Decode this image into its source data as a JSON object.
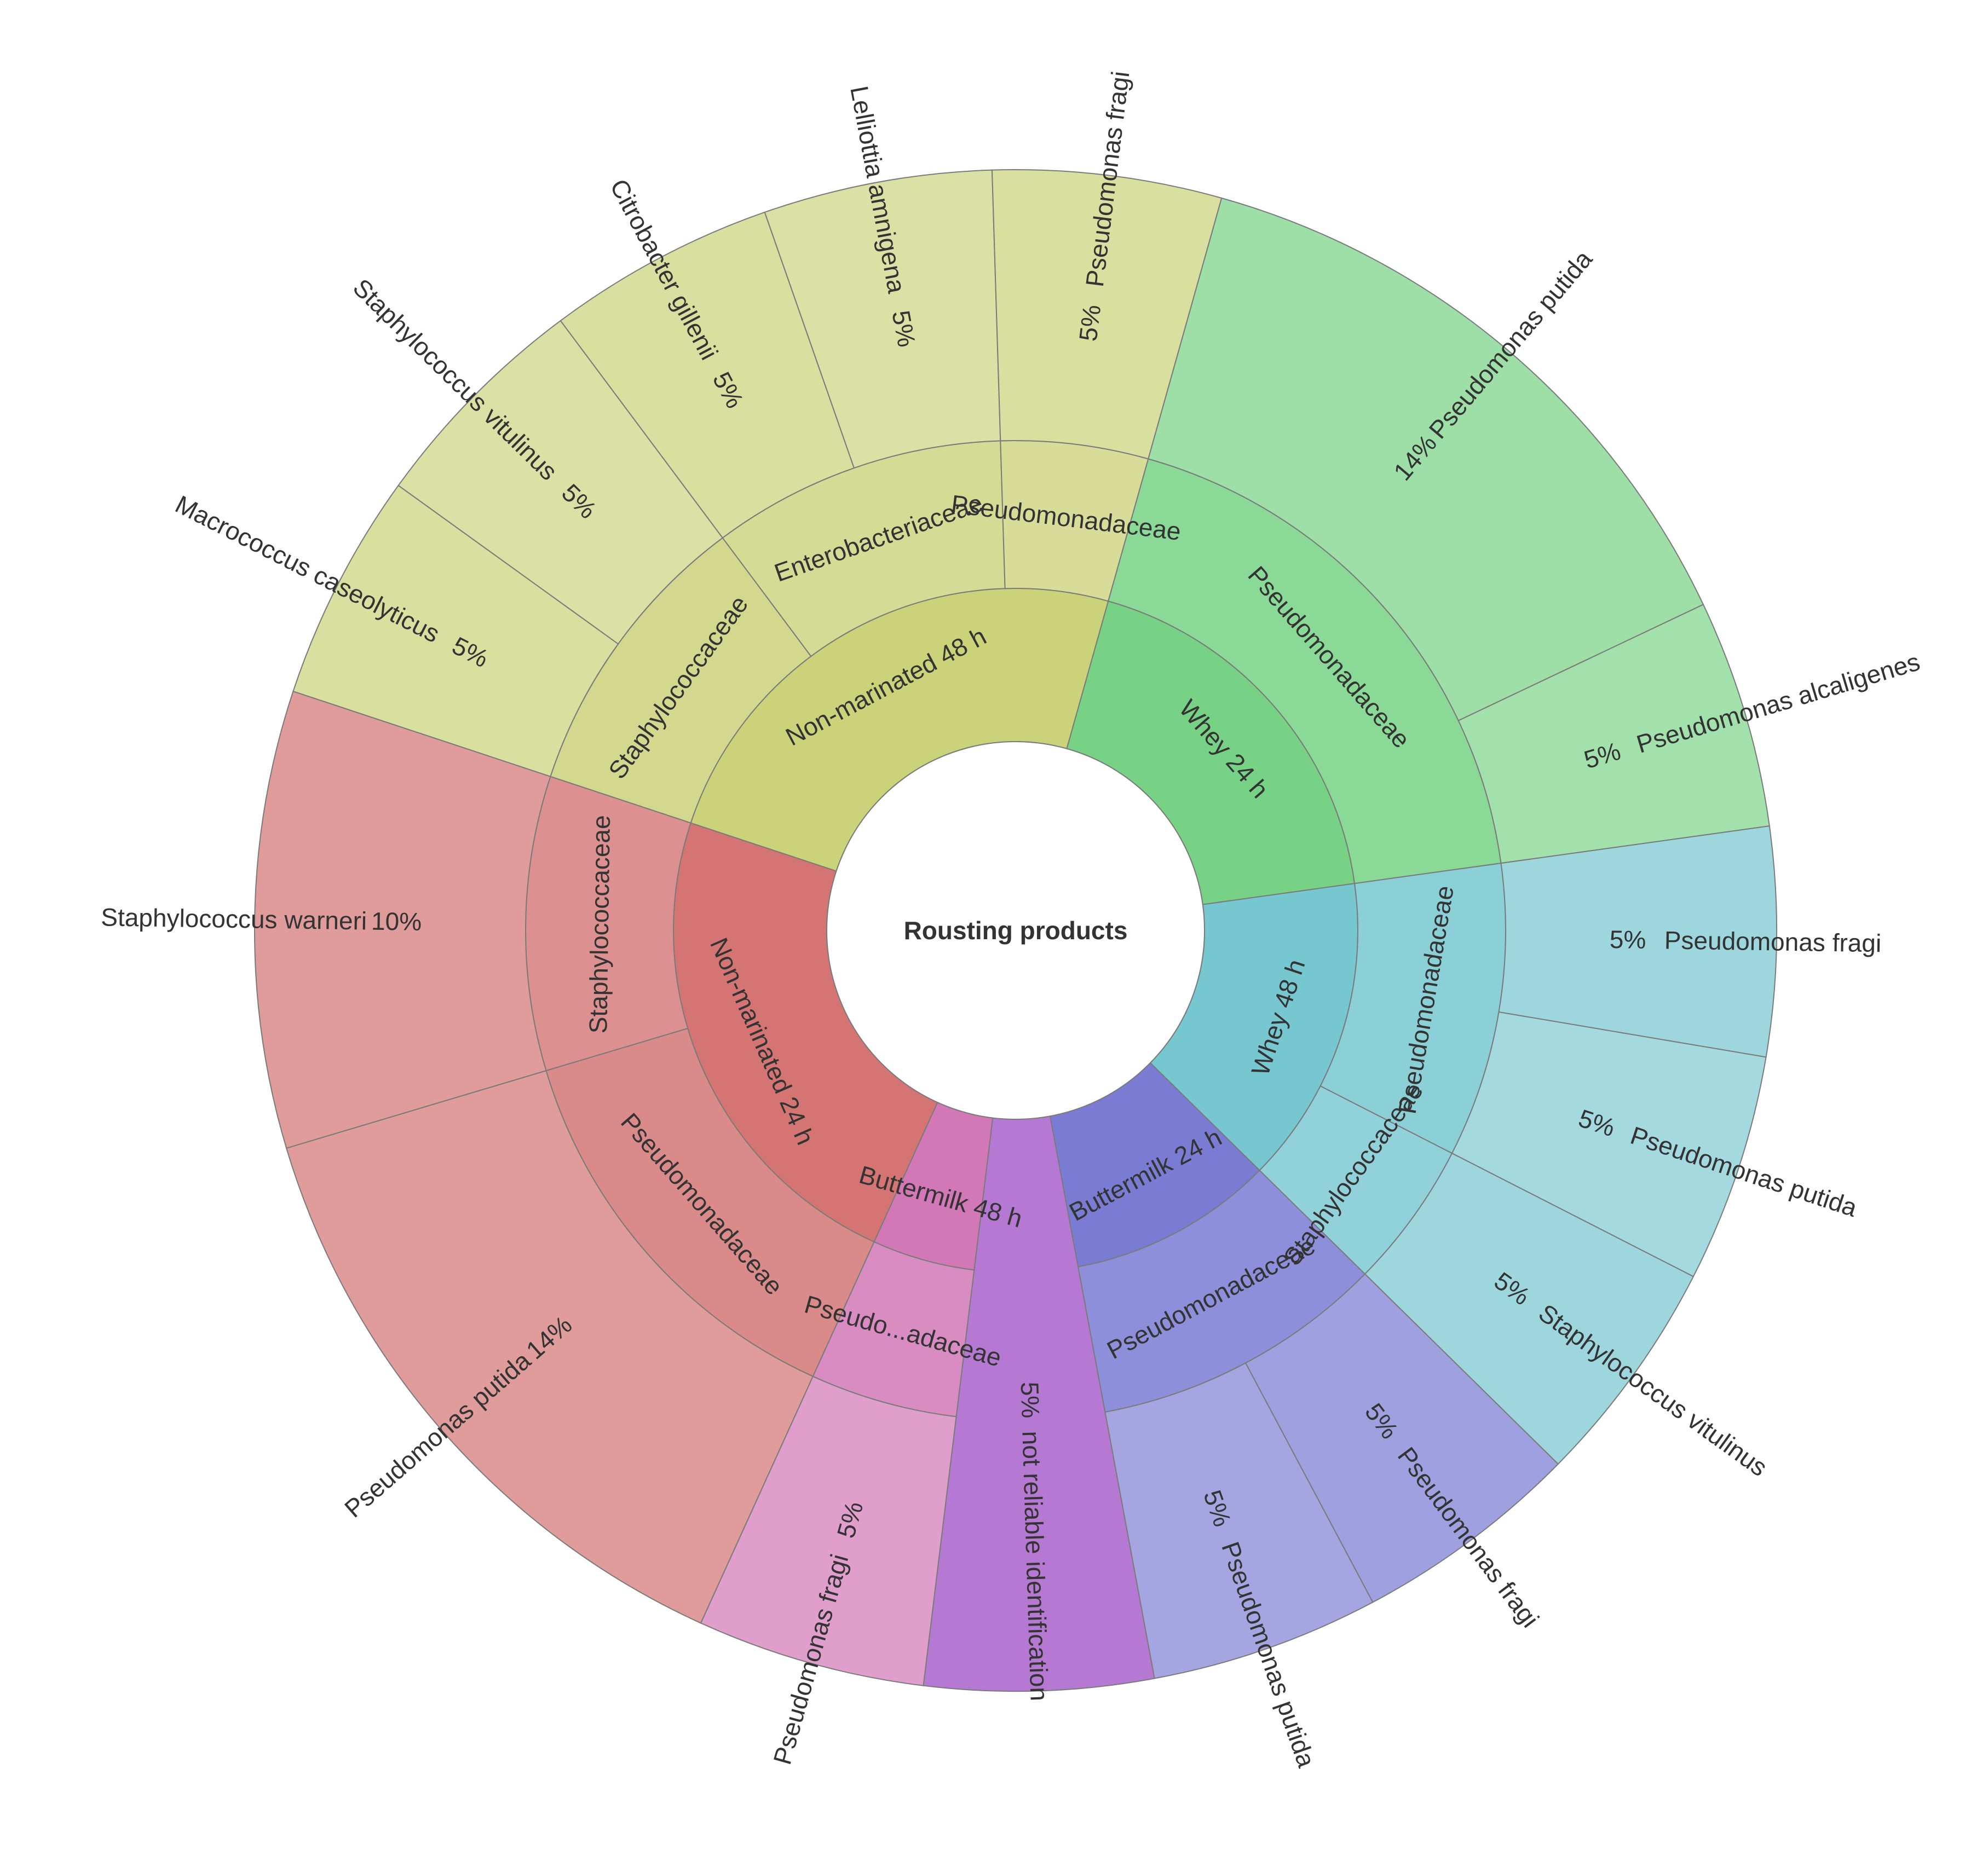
{
  "chart_data": {
    "type": "sunburst",
    "center_label": "Rousting products",
    "colors": {
      "whey24": "#77d285",
      "whey48": "#77c7d0",
      "butter24": "#7a7bd3",
      "butter48": "#d278b7",
      "nr": "#b679d3",
      "non24": "#d47574",
      "non48": "#cad27a"
    },
    "groups": [
      {
        "name": "Whey 24 h",
        "color_key": "whey24",
        "families": [
          {
            "name": "Pseudomonadaceae",
            "species": [
              {
                "name": "Pseudomonas putida",
                "value": 14
              },
              {
                "name": "Pseudomonas alcaligenes",
                "value": 5
              }
            ]
          }
        ]
      },
      {
        "name": "Whey 48 h",
        "color_key": "whey48",
        "families": [
          {
            "name": "Pseudomonadaceae",
            "species": [
              {
                "name": "Pseudomonas fragi",
                "value": 5
              },
              {
                "name": "Pseudomonas putida",
                "value": 5
              }
            ]
          },
          {
            "name": "Staphylococcaceae",
            "species": [
              {
                "name": "Staphylococcus vitulinus",
                "value": 5
              }
            ]
          }
        ]
      },
      {
        "name": "Buttermilk 24 h",
        "color_key": "butter24",
        "families": [
          {
            "name": "Pseudomonadaceae",
            "species": [
              {
                "name": "Pseudomonas fragi",
                "value": 5
              },
              {
                "name": "Pseudomonas putida",
                "value": 5
              }
            ]
          }
        ]
      },
      {
        "name": "not reliable identification",
        "color_key": "nr",
        "families": [
          {
            "name": "",
            "species": [
              {
                "name": "not reliable identification",
                "value": 5
              }
            ]
          }
        ]
      },
      {
        "name": "Buttermilk 48 h",
        "color_key": "butter48",
        "families": [
          {
            "name": "Pseudo...adaceae",
            "species": [
              {
                "name": "Pseudomonas fragi",
                "value": 5
              }
            ]
          }
        ]
      },
      {
        "name": "Non-marinated 24 h",
        "color_key": "non24",
        "families": [
          {
            "name": "Pseudomonadaceae",
            "species": [
              {
                "name": "Pseudomonas putida",
                "value": 14
              }
            ]
          },
          {
            "name": "Staphylococcaceae",
            "species": [
              {
                "name": "Staphylococcus warneri",
                "value": 10
              }
            ]
          }
        ]
      },
      {
        "name": "Non-marinated 48 h",
        "color_key": "non48",
        "families": [
          {
            "name": "Staphylococcaceae",
            "species": [
              {
                "name": "Macrococcus caseolyticus",
                "value": 5
              },
              {
                "name": "Staphylococcus vitulinus",
                "value": 5
              }
            ]
          },
          {
            "name": "Enterobacteriaceae",
            "species": [
              {
                "name": "Citrobacter gillenii",
                "value": 5
              },
              {
                "name": "Lelliottia amnigena",
                "value": 5
              }
            ]
          },
          {
            "name": "Pseudomonadaceae",
            "species": [
              {
                "name": "Pseudomonas fragi",
                "value": 5
              }
            ]
          }
        ]
      }
    ]
  }
}
